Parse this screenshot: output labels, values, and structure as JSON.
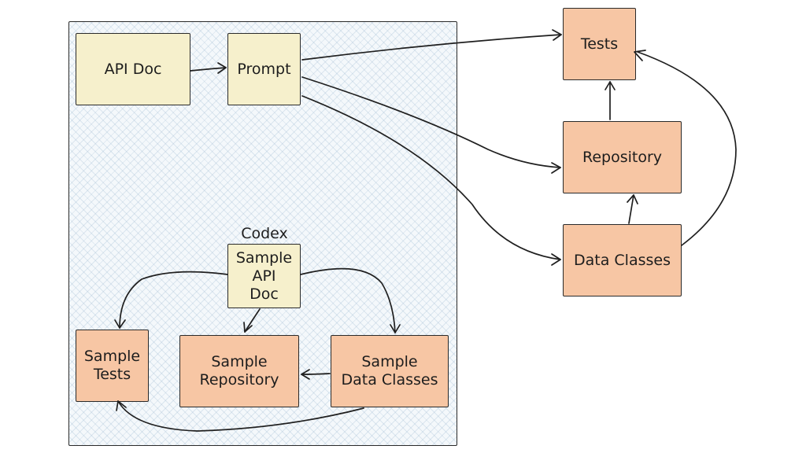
{
  "boxes": {
    "api_doc": "API Doc",
    "prompt": "Prompt",
    "tests": "Tests",
    "repository": "Repository",
    "data_classes": "Data Classes",
    "sample_api_doc": "Sample\nAPI\nDoc",
    "sample_tests": "Sample\nTests",
    "sample_repository": "Sample\nRepository",
    "sample_data_classes": "Sample\nData Classes"
  },
  "labels": {
    "codex": "Codex"
  },
  "colors": {
    "input_box": "#f6f0cc",
    "output_box": "#f7c6a4",
    "frame_hatch": "#96b4cd"
  }
}
